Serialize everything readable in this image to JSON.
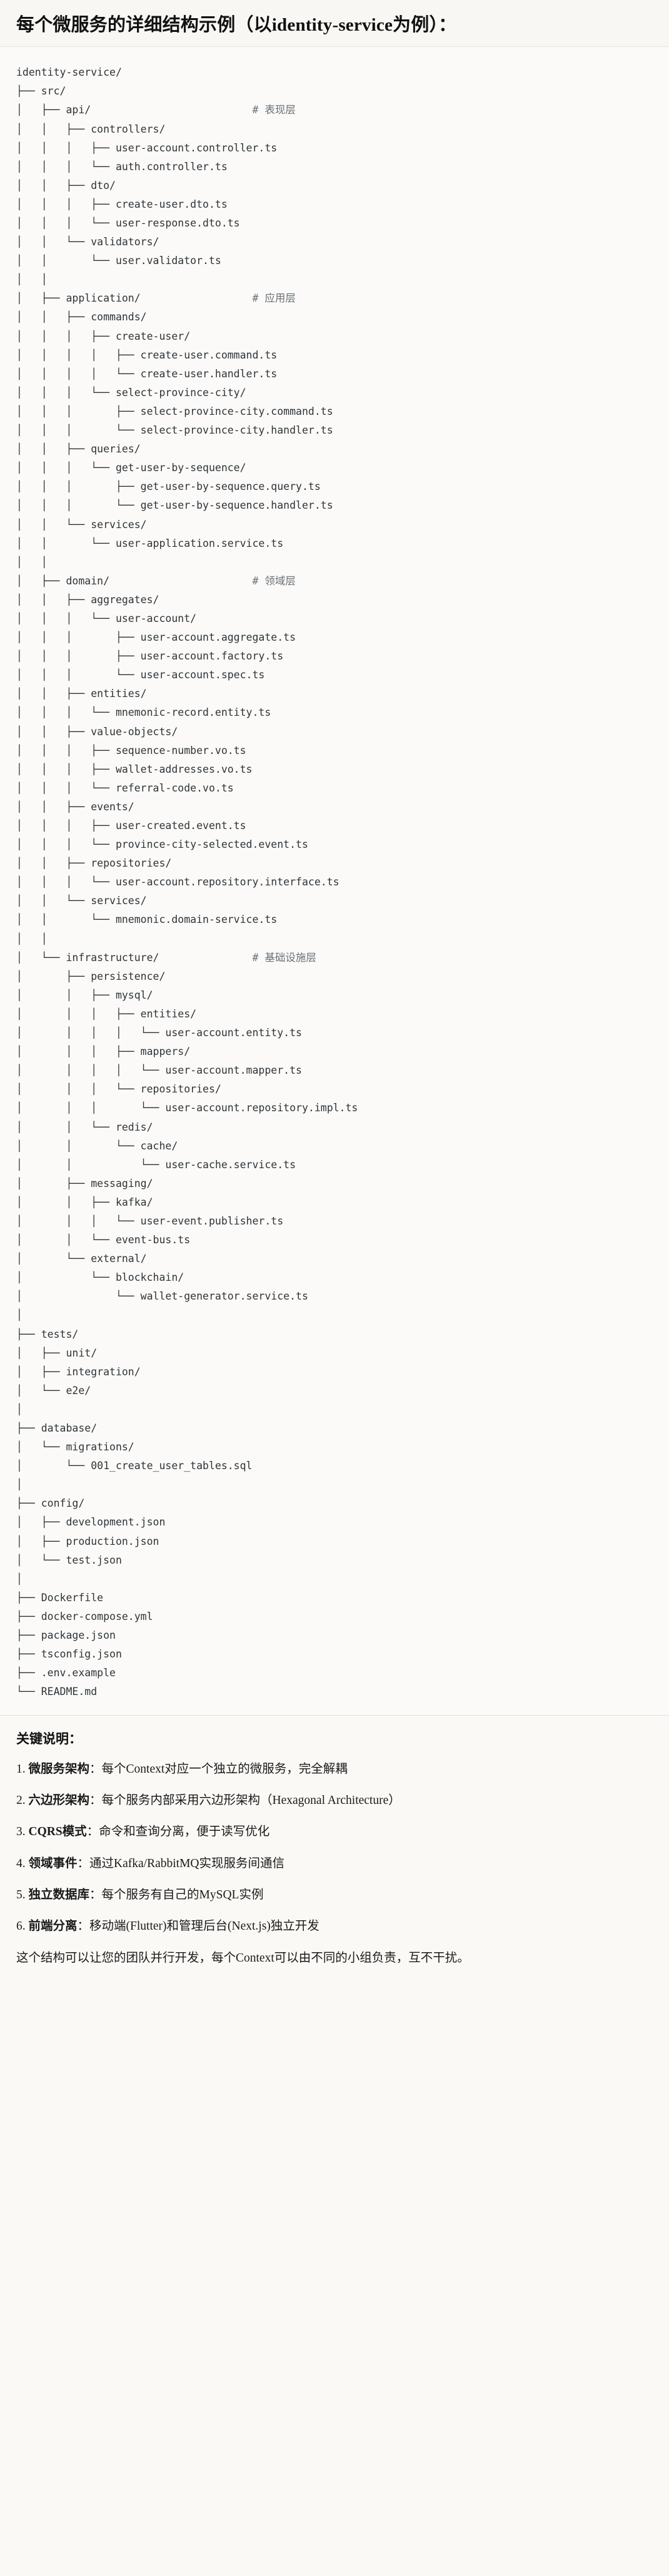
{
  "header": {
    "title": "每个微服务的详细结构示例（以identity-service为例）："
  },
  "tree": {
    "text": "identity-service/\n├── src/\n│   ├── api/                          # 表现层\n│   │   ├── controllers/\n│   │   │   ├── user-account.controller.ts\n│   │   │   └── auth.controller.ts\n│   │   ├── dto/\n│   │   │   ├── create-user.dto.ts\n│   │   │   └── user-response.dto.ts\n│   │   └── validators/\n│   │       └── user.validator.ts\n│   │\n│   ├── application/                  # 应用层\n│   │   ├── commands/\n│   │   │   ├── create-user/\n│   │   │   │   ├── create-user.command.ts\n│   │   │   │   └── create-user.handler.ts\n│   │   │   └── select-province-city/\n│   │   │       ├── select-province-city.command.ts\n│   │   │       └── select-province-city.handler.ts\n│   │   ├── queries/\n│   │   │   └── get-user-by-sequence/\n│   │   │       ├── get-user-by-sequence.query.ts\n│   │   │       └── get-user-by-sequence.handler.ts\n│   │   └── services/\n│   │       └── user-application.service.ts\n│   │\n│   ├── domain/                       # 领域层\n│   │   ├── aggregates/\n│   │   │   └── user-account/\n│   │   │       ├── user-account.aggregate.ts\n│   │   │       ├── user-account.factory.ts\n│   │   │       └── user-account.spec.ts\n│   │   ├── entities/\n│   │   │   └── mnemonic-record.entity.ts\n│   │   ├── value-objects/\n│   │   │   ├── sequence-number.vo.ts\n│   │   │   ├── wallet-addresses.vo.ts\n│   │   │   └── referral-code.vo.ts\n│   │   ├── events/\n│   │   │   ├── user-created.event.ts\n│   │   │   └── province-city-selected.event.ts\n│   │   ├── repositories/\n│   │   │   └── user-account.repository.interface.ts\n│   │   └── services/\n│   │       └── mnemonic.domain-service.ts\n│   │\n│   └── infrastructure/               # 基础设施层\n│       ├── persistence/\n│       │   ├── mysql/\n│       │   │   ├── entities/\n│       │   │   │   └── user-account.entity.ts\n│       │   │   ├── mappers/\n│       │   │   │   └── user-account.mapper.ts\n│       │   │   └── repositories/\n│       │   │       └── user-account.repository.impl.ts\n│       │   └── redis/\n│       │       └── cache/\n│       │           └── user-cache.service.ts\n│       ├── messaging/\n│       │   ├── kafka/\n│       │   │   └── user-event.publisher.ts\n│       │   └── event-bus.ts\n│       └── external/\n│           └── blockchain/\n│               └── wallet-generator.service.ts\n│\n├── tests/\n│   ├── unit/\n│   ├── integration/\n│   └── e2e/\n│\n├── database/\n│   └── migrations/\n│       └── 001_create_user_tables.sql\n│\n├── config/\n│   ├── development.json\n│   ├── production.json\n│   └── test.json\n│\n├── Dockerfile\n├── docker-compose.yml\n├── package.json\n├── tsconfig.json\n├── .env.example\n└── README.md",
    "root": "identity-service/",
    "layer_comments": [
      "# 表现层",
      "# 应用层",
      "# 领域层",
      "# 基础设施层"
    ]
  },
  "notes": {
    "heading": "关键说明：",
    "items": [
      {
        "num": "1.",
        "term": "微服务架构",
        "sep": "：",
        "desc": "每个Context对应一个独立的微服务，完全解耦"
      },
      {
        "num": "2.",
        "term": "六边形架构",
        "sep": "：",
        "desc": "每个服务内部采用六边形架构（Hexagonal Architecture）"
      },
      {
        "num": "3.",
        "term": "CQRS模式",
        "sep": "：",
        "desc": "命令和查询分离，便于读写优化"
      },
      {
        "num": "4.",
        "term": "领域事件",
        "sep": "：",
        "desc": "通过Kafka/RabbitMQ实现服务间通信"
      },
      {
        "num": "5.",
        "term": "独立数据库",
        "sep": "：",
        "desc": "每个服务有自己的MySQL实例"
      },
      {
        "num": "6.",
        "term": "前端分离",
        "sep": "：",
        "desc": "移动端(Flutter)和管理后台(Next.js)独立开发"
      }
    ],
    "closing": "这个结构可以让您的团队并行开发，每个Context可以由不同的小组负责，互不干扰。"
  },
  "colors": {
    "background": "#faf9f6",
    "header_background": "#f8f7f3",
    "text": "#1a1a1a",
    "code_text": "#2e3338",
    "comment_text": "#6b7178",
    "divider": "#e4e2dc"
  }
}
